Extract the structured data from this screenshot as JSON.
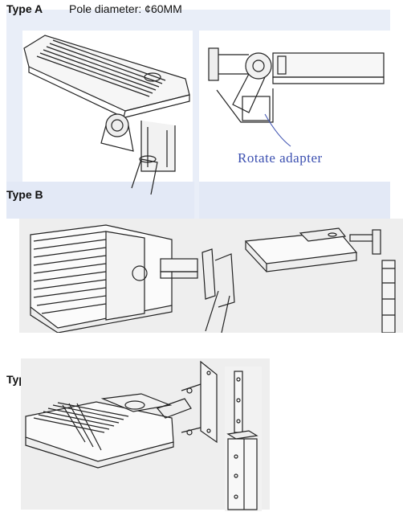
{
  "type_a": {
    "label": "Type A",
    "pole_text": "Pole diameter: ¢60MM",
    "caption": "Rotate adapter"
  },
  "type_b": {
    "label": "Type B"
  },
  "type_c": {
    "label": "Type C"
  },
  "colors": {
    "panel_blue": "#e9eef8",
    "panel_gray": "#eeeeee",
    "caption_blue": "#3b4fb0",
    "line": "#222222"
  }
}
